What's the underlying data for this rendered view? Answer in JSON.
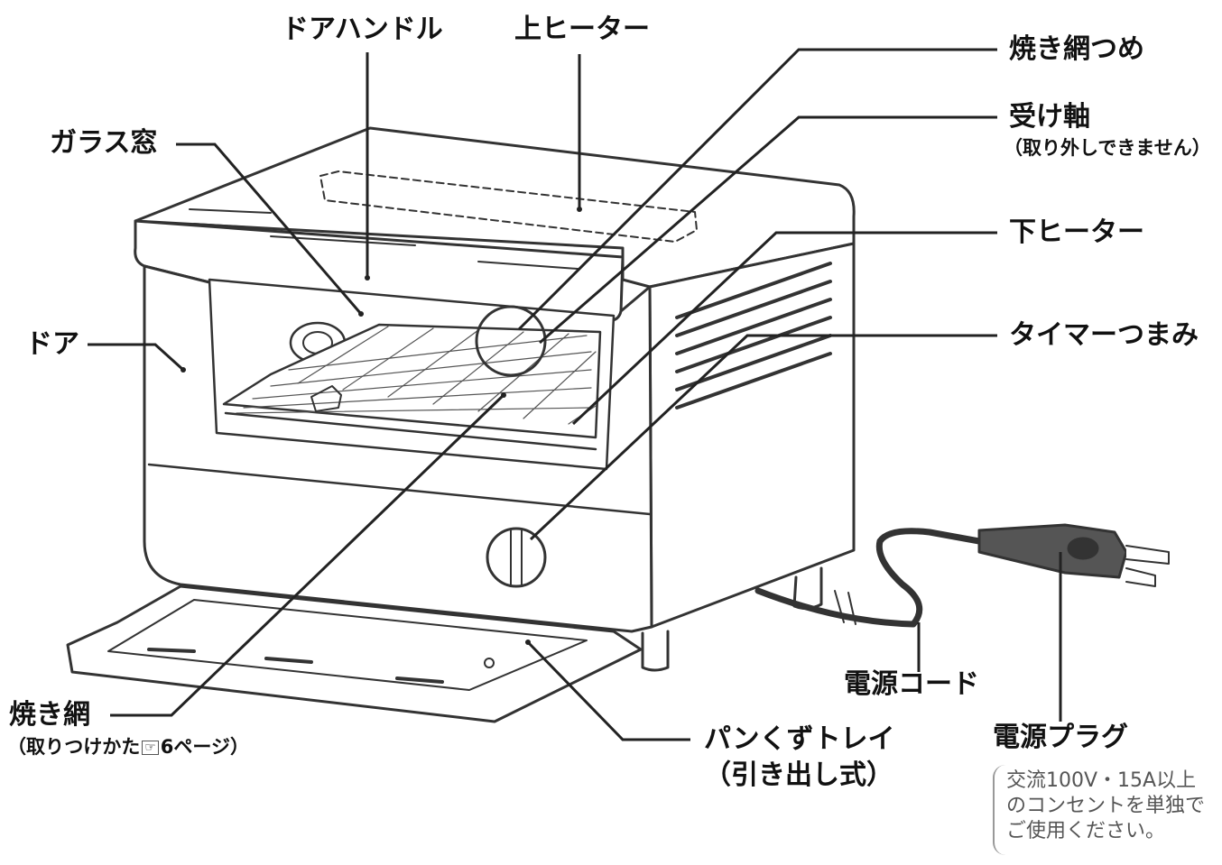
{
  "labels": {
    "door_handle": "ドアハンドル",
    "upper_heater": "上ヒーター",
    "grill_rack_claw": "焼き網つめ",
    "glass_window": "ガラス窓",
    "receiving_shaft": "受け軸",
    "receiving_shaft_note": "（取り外しできません）",
    "lower_heater": "下ヒーター",
    "door": "ドア",
    "timer_knob": "タイマーつまみ",
    "power_cord": "電源コード",
    "power_plug": "電源プラグ",
    "grill_rack": "焼き網",
    "grill_rack_note_prefix": "（取りつけかた",
    "grill_rack_note_suffix": "6ページ）",
    "crumb_tray_line1": "パンくずトレイ",
    "crumb_tray_line2": "（引き出し式）",
    "plug_note_line1": "交流100V・15A以上",
    "plug_note_line2": "のコンセントを単独で",
    "plug_note_line3": "ご使用ください。"
  },
  "icons": {
    "page_reference": "pointing-hand-icon"
  }
}
